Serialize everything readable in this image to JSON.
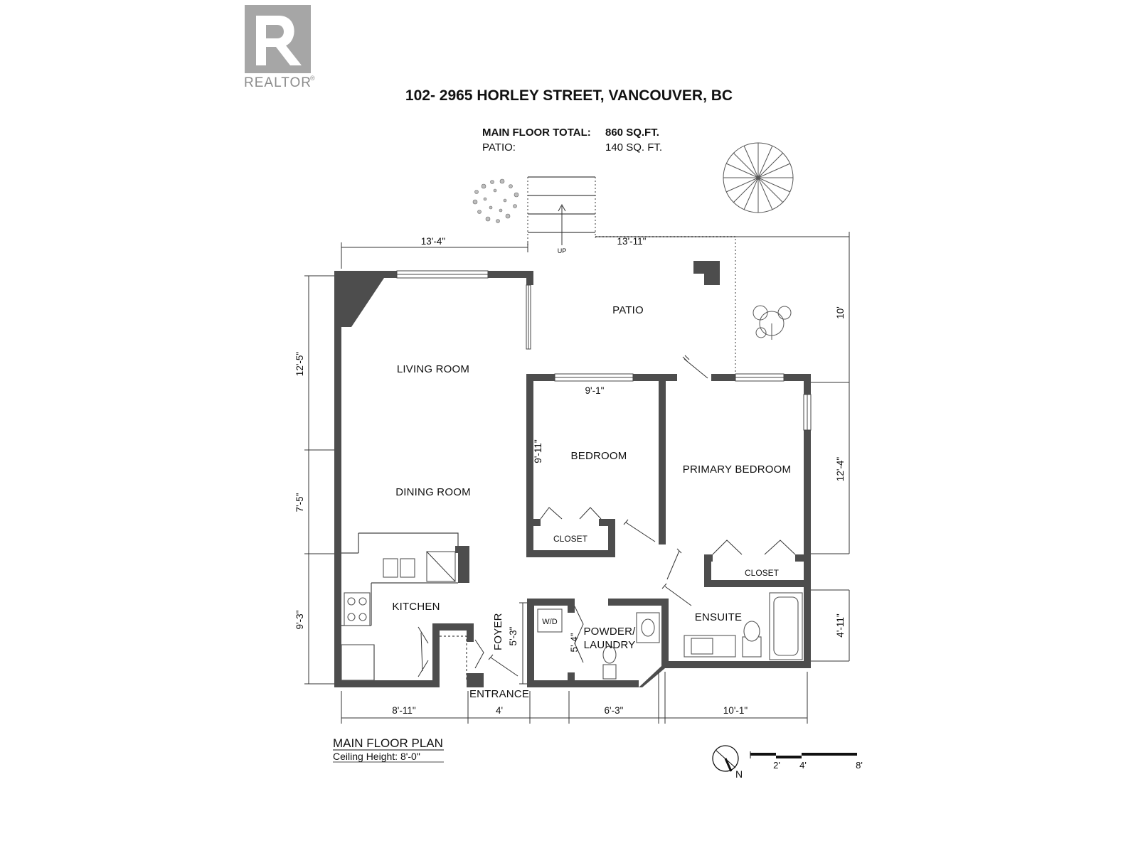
{
  "brand": {
    "logo_text": "REALTOR",
    "trademark": "®"
  },
  "header": {
    "address": "102- 2965 HORLEY STREET, VANCOUVER, BC",
    "totals": [
      {
        "label": "MAIN FLOOR TOTAL:",
        "value": "860 SQ.FT."
      },
      {
        "label": "PATIO:",
        "value": "140 SQ. FT."
      }
    ]
  },
  "rooms": {
    "patio": "PATIO",
    "living": "LIVING ROOM",
    "dining": "DINING ROOM",
    "kitchen": "KITCHEN",
    "bedroom": "BEDROOM",
    "closet_bedroom": "CLOSET",
    "primary": "PRIMARY BEDROOM",
    "closet_primary": "CLOSET",
    "ensuite": "ENSUITE",
    "powder_line1": "POWDER/",
    "powder_line2": "LAUNDRY",
    "foyer": "FOYER",
    "entrance": "ENTRANCE",
    "wd": "W/D",
    "stairs_up": "UP"
  },
  "dimensions": {
    "top_left": "13'-4\"",
    "top_right": "13'-11\"",
    "right_patio": "10'",
    "right_primary": "12'-4\"",
    "right_ensuite": "4'-11\"",
    "left_living": "12'-5\"",
    "left_dining": "7'-5\"",
    "left_kitchen": "9'-3\"",
    "bottom_kitchen": "8'-11\"",
    "bottom_foyer": "4'",
    "bottom_powder": "6'-3\"",
    "bottom_ensuite": "10'-1\"",
    "bedroom_width": "9'-1\"",
    "bedroom_depth": "9'-11\"",
    "foyer_depth": "5'-3\"",
    "laundry_depth": "5'-4\""
  },
  "legend": {
    "title": "MAIN FLOOR PLAN",
    "ceiling": "Ceiling Height: 8'-0\"",
    "north": "N",
    "scale_labels": [
      "2'",
      "4'",
      "8'"
    ]
  }
}
